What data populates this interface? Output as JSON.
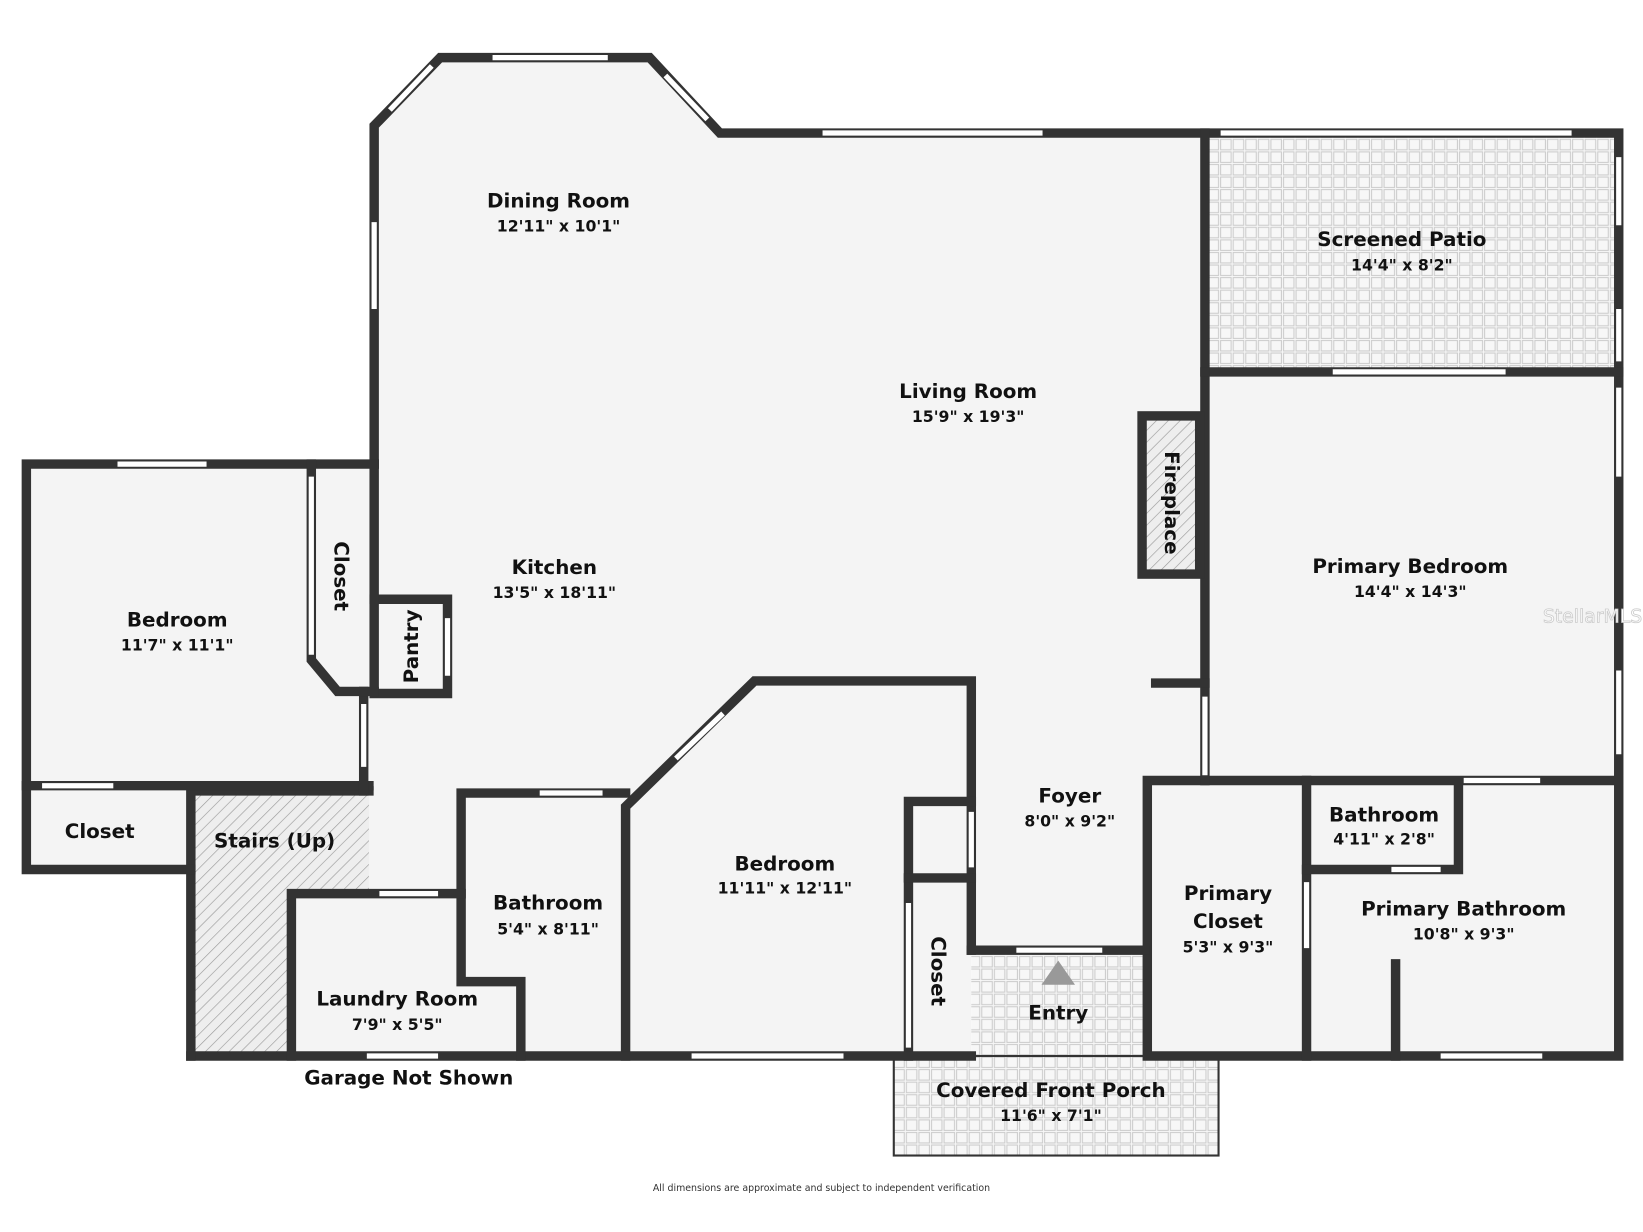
{
  "floorplan": {
    "rooms": [
      {
        "name": "Dining Room",
        "dims": "12'11\" x 10'1\""
      },
      {
        "name": "Living Room",
        "dims": "15'9\" x 19'3\""
      },
      {
        "name": "Screened Patio",
        "dims": "14'4\" x 8'2\""
      },
      {
        "name": "Kitchen",
        "dims": "13'5\" x 18'11\""
      },
      {
        "name": "Primary Bedroom",
        "dims": "14'4\" x 14'3\""
      },
      {
        "name": "Bedroom",
        "dims": "11'7\" x 11'1\""
      },
      {
        "name": "Foyer",
        "dims": "8'0\" x 9'2\""
      },
      {
        "name": "Bedroom",
        "dims": "11'11\" x 12'11\""
      },
      {
        "name": "Bathroom",
        "dims": "4'11\" x 2'8\""
      },
      {
        "name": "Primary Closet",
        "name_line1": "Primary",
        "name_line2": "Closet",
        "dims": "5'3\" x 9'3\""
      },
      {
        "name": "Primary Bathroom",
        "dims": "10'8\" x 9'3\""
      },
      {
        "name": "Bathroom",
        "dims": "5'4\" x 8'11\""
      },
      {
        "name": "Laundry Room",
        "dims": "7'9\" x 5'5\""
      },
      {
        "name": "Covered Front Porch",
        "dims": "11'6\" x 7'1\""
      }
    ],
    "labels": {
      "closet": "Closet",
      "pantry": "Pantry",
      "fireplace": "Fireplace",
      "stairs": "Stairs (Up)",
      "entry": "Entry",
      "garage": "Garage Not Shown"
    },
    "disclaimer": "All dimensions are approximate and subject to independent verification",
    "watermark": "StellarMLS",
    "colors": {
      "wall": "#333333",
      "floor": "#f4f4f4"
    }
  }
}
